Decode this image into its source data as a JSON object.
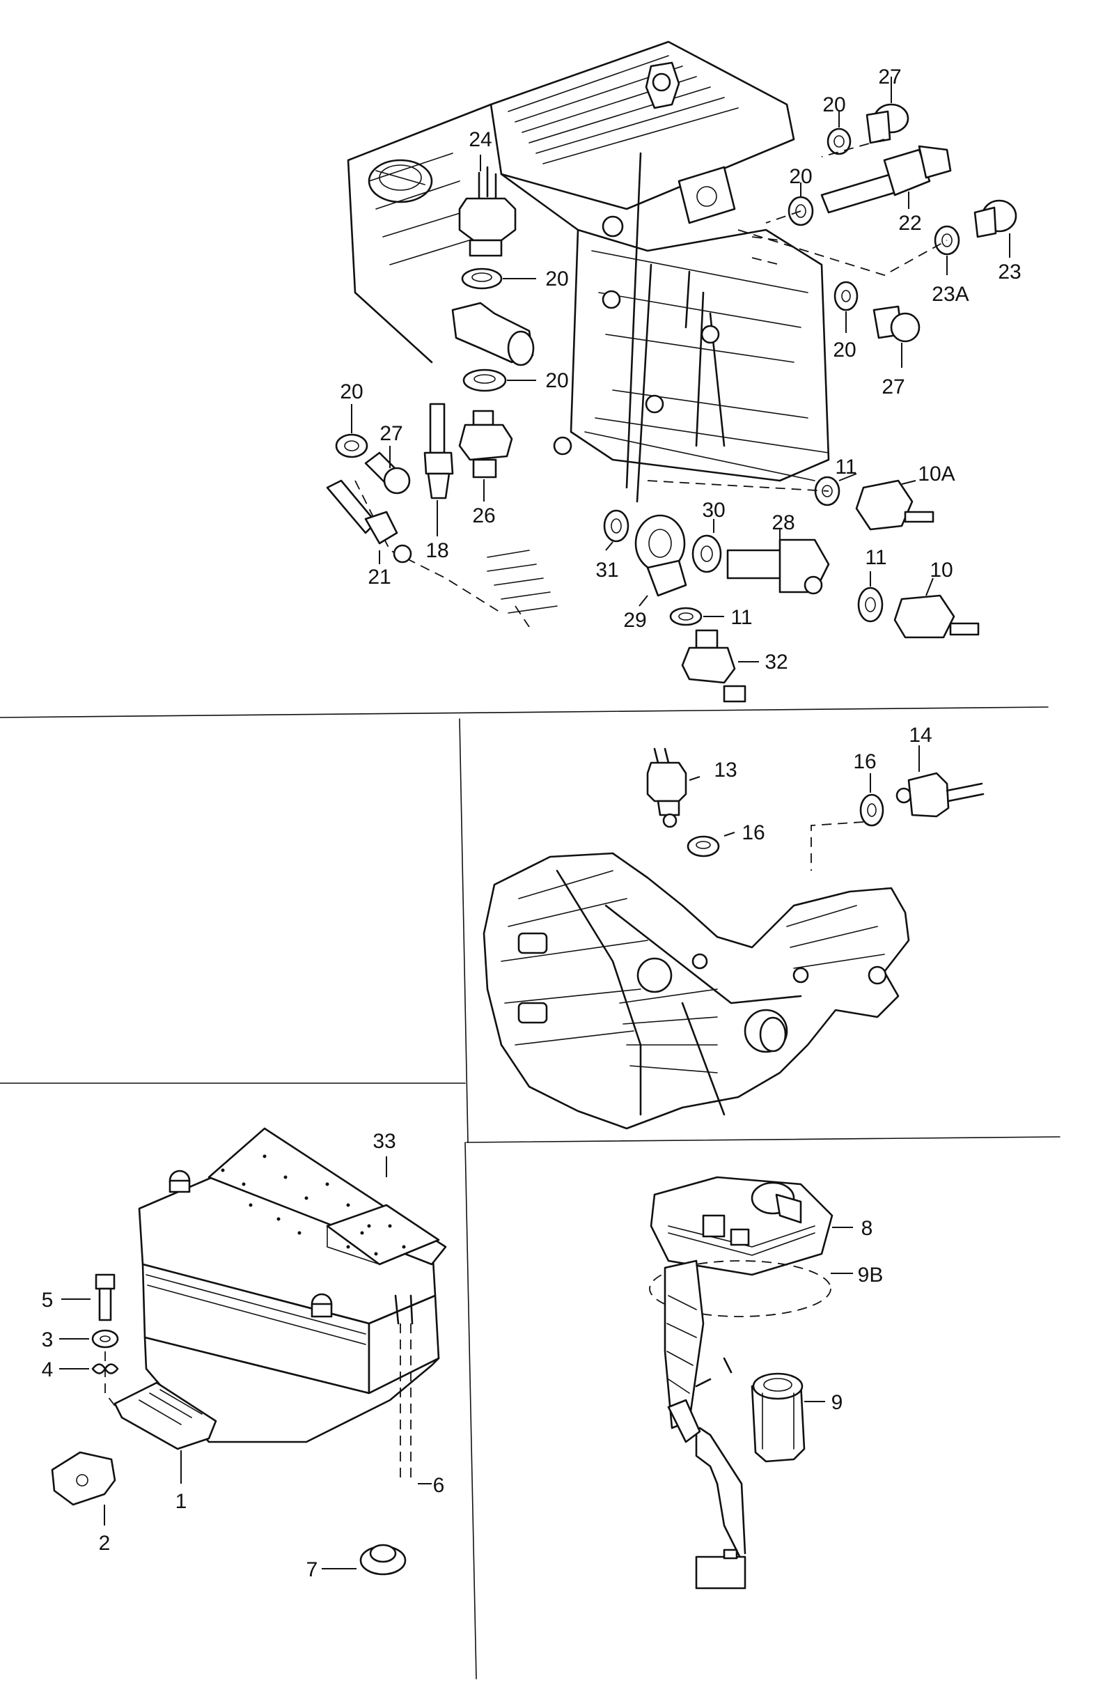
{
  "callouts": {
    "engine": [
      {
        "id": "c24",
        "text": "24"
      },
      {
        "id": "c20a",
        "text": "20"
      },
      {
        "id": "c20b",
        "text": "20"
      },
      {
        "id": "c20c",
        "text": "20"
      },
      {
        "id": "c27a",
        "text": "27"
      },
      {
        "id": "c21",
        "text": "21"
      },
      {
        "id": "c18",
        "text": "18"
      },
      {
        "id": "c26",
        "text": "26"
      },
      {
        "id": "c20top",
        "text": "20"
      },
      {
        "id": "c27top",
        "text": "27"
      },
      {
        "id": "c20mid",
        "text": "20"
      },
      {
        "id": "c22",
        "text": "22"
      },
      {
        "id": "c23",
        "text": "23"
      },
      {
        "id": "c23a",
        "text": "23A"
      },
      {
        "id": "c20r",
        "text": "20"
      },
      {
        "id": "c27r",
        "text": "27"
      },
      {
        "id": "c11a",
        "text": "11"
      },
      {
        "id": "c10a",
        "text": "10A"
      },
      {
        "id": "c31",
        "text": "31"
      },
      {
        "id": "c30",
        "text": "30"
      },
      {
        "id": "c28",
        "text": "28"
      },
      {
        "id": "c29",
        "text": "29"
      },
      {
        "id": "c11b",
        "text": "11"
      },
      {
        "id": "c32",
        "text": "32"
      },
      {
        "id": "c11c",
        "text": "11"
      },
      {
        "id": "c10",
        "text": "10"
      }
    ],
    "gearbox": [
      {
        "id": "c13",
        "text": "13"
      },
      {
        "id": "c16a",
        "text": "16"
      },
      {
        "id": "c16b",
        "text": "16"
      },
      {
        "id": "c14",
        "text": "14"
      }
    ],
    "battery": [
      {
        "id": "c33",
        "text": "33"
      },
      {
        "id": "c5",
        "text": "5"
      },
      {
        "id": "c3",
        "text": "3"
      },
      {
        "id": "c4",
        "text": "4"
      },
      {
        "id": "c1",
        "text": "1"
      },
      {
        "id": "c2",
        "text": "2"
      },
      {
        "id": "c6",
        "text": "6"
      },
      {
        "id": "c7",
        "text": "7"
      }
    ],
    "fuel_sender": [
      {
        "id": "c8",
        "text": "8"
      },
      {
        "id": "c9b",
        "text": "9B"
      },
      {
        "id": "c9",
        "text": "9"
      }
    ]
  }
}
